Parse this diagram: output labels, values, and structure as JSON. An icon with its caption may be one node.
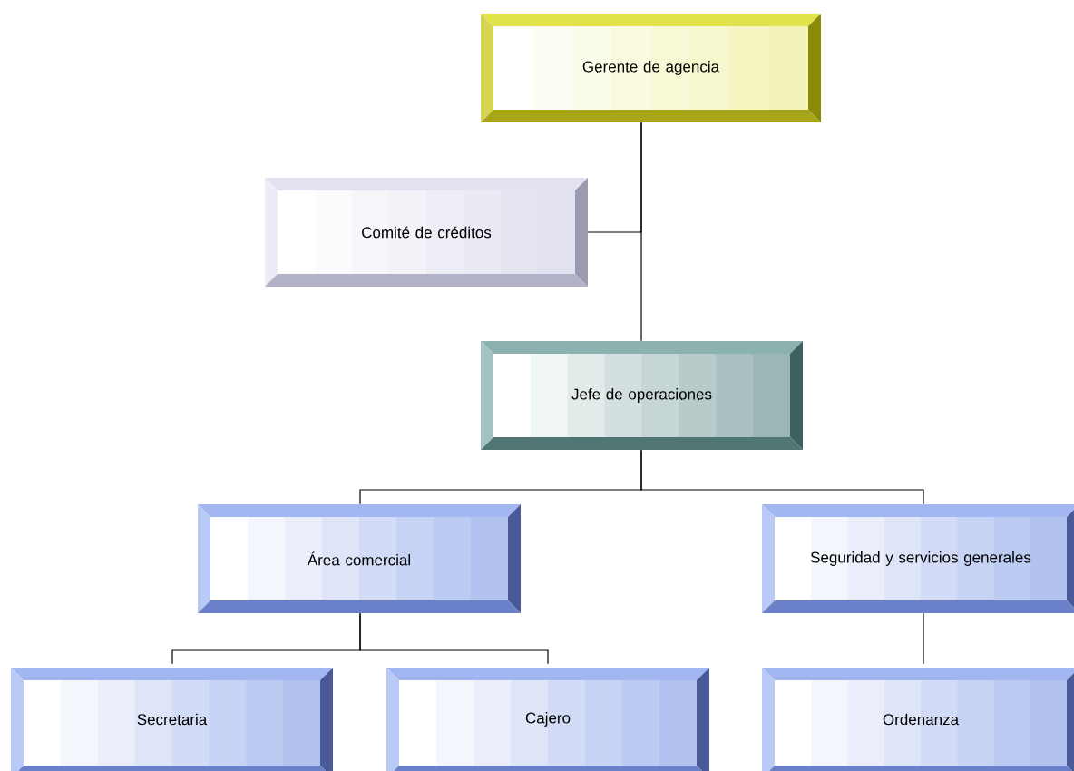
{
  "diagram": {
    "nodes": [
      {
        "text": [
          "Gerente de agencia"
        ]
      },
      {
        "text": [
          "Comité de créditos"
        ]
      },
      {
        "text": [
          "Jefe de operaciones"
        ]
      },
      {
        "text": [
          "Área comercial"
        ]
      },
      {
        "text": [
          "Seguridad y servicios generales"
        ]
      },
      {
        "text": [
          "Secretaria"
        ]
      },
      {
        "text": [
          "Cajero"
        ]
      },
      {
        "text": [
          "Ordenanza"
        ]
      }
    ],
    "edges": [
      {
        "from": 0,
        "to": 1,
        "arrow": "none"
      },
      {
        "from": 0,
        "to": 2,
        "arrow": "none"
      },
      {
        "from": 2,
        "to": 3,
        "arrow": "none"
      },
      {
        "from": 2,
        "to": 4,
        "arrow": "none"
      },
      {
        "from": 3,
        "to": 5,
        "arrow": "none"
      },
      {
        "from": 3,
        "to": 6,
        "arrow": "none"
      },
      {
        "from": 4,
        "to": 7,
        "arrow": "none"
      }
    ]
  }
}
